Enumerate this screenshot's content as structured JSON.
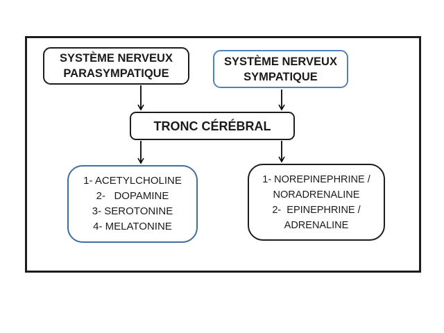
{
  "diagram": {
    "title": "Nervous system neurotransmitters flowchart",
    "nodes": {
      "parasympathetic": {
        "label": "SYSTÈME NERVEUX\nPARASYMPATIQUE",
        "border_color": "#1c1c1c"
      },
      "sympathetic": {
        "label": "SYSTÈME NERVEUX\nSYMPATIQUE",
        "border_color": "#4f81bd"
      },
      "brainstem": {
        "label": "TRONC CÉRÉBRAL",
        "border_color": "#1c1c1c"
      },
      "parasympathetic_neurotransmitters": {
        "label": "1- ACETYLCHOLINE\n2-   DOPAMINE\n3- SEROTONINE\n4- MELATONINE",
        "border_color": "#3f6d9e"
      },
      "sympathetic_neurotransmitters": {
        "label": "1- NOREPINEPHRINE /\nNORADRENALINE\n2-  EPINEPHRINE /\nADRENALINE",
        "border_color": "#1c1c1c"
      }
    },
    "edges": [
      {
        "from": "parasympathetic",
        "to": "brainstem"
      },
      {
        "from": "sympathetic",
        "to": "brainstem"
      },
      {
        "from": "brainstem",
        "to": "parasympathetic_neurotransmitters"
      },
      {
        "from": "brainstem",
        "to": "sympathetic_neurotransmitters"
      }
    ],
    "colors": {
      "background": "#ffffff",
      "frame_border": "#1c1c1c",
      "black_border": "#1c1c1c",
      "blue_border": "#4f81bd",
      "blue_border_dark": "#3f6d9e",
      "arrow": "#000000",
      "text": "#1a1a1a"
    }
  }
}
